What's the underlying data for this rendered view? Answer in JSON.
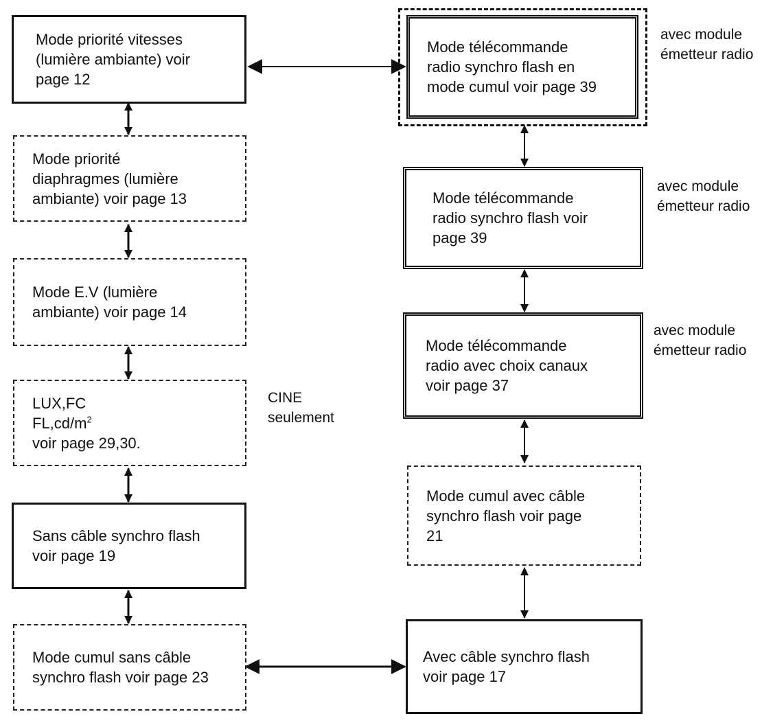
{
  "left_column": {
    "mode_priorite_vitesses": "Mode priorité vitesses\n(lumière ambiante) voir\npage 12",
    "mode_priorite_diaphragmes": "Mode priorité\ndiaphragmes (lumière\nambiante) voir page 13",
    "mode_ev": "Mode E.V (lumière\nambiante) voir page 14",
    "lux_line1": "LUX,FC",
    "lux_line2_base": "FL,cd/m",
    "lux_line2_sup": "2",
    "lux_line3": "voir page 29,30.",
    "sans_cable": "Sans câble synchro flash\nvoir page 19",
    "cumul_sans_cable": "Mode cumul sans câble\nsynchro flash voir page 23"
  },
  "right_column": {
    "telecommande_cumul": "Mode télécommande\nradio synchro flash en\nmode cumul voir page 39",
    "telecommande_synchro": "Mode télécommande\nradio synchro flash voir\npage 39",
    "telecommande_canaux": "Mode télécommande\nradio avec choix canaux\nvoir page 37",
    "cumul_avec_cable": "Mode cumul avec câble\nsynchro flash voir page\n21",
    "avec_cable": "Avec câble synchro flash\nvoir page 17"
  },
  "notes": {
    "cine": "CINE\nseulement",
    "module_1": "avec module\németteur radio",
    "module_2": "avec module\németteur radio",
    "module_3": "avec module\németteur radio"
  },
  "colors": {
    "line": "#111111",
    "background": "#ffffff"
  }
}
